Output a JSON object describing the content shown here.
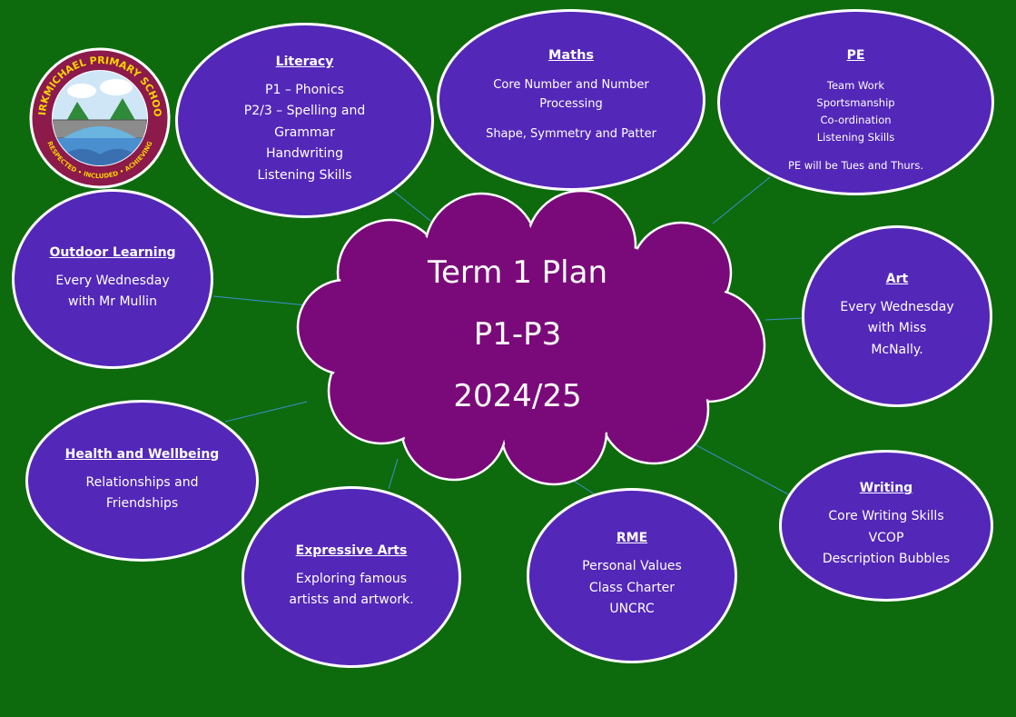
{
  "centre": {
    "title": "Term 1 Plan",
    "classes": "P1-P3",
    "year": "2024/25"
  },
  "logo": {
    "school_name": "KIRKMICHAEL PRIMARY SCHOOL",
    "motto": "RESPECTED • INCLUDED • ACHIEVING"
  },
  "topics": {
    "literacy": {
      "title": "Literacy",
      "lines": [
        "P1 – Phonics",
        "P2/3 – Spelling and",
        "Grammar",
        "Handwriting",
        "Listening Skills"
      ]
    },
    "maths": {
      "title": "Maths",
      "lines": [
        "Core Number and Number",
        "Processing",
        "Shape, Symmetry and Patter"
      ]
    },
    "pe": {
      "title": "PE",
      "lines": [
        "Team Work",
        "Sportsmanship",
        "Co-ordination",
        "Listening Skills"
      ],
      "note": "PE will be Tues and Thurs."
    },
    "outdoor": {
      "title": "Outdoor Learning",
      "lines": [
        "Every Wednesday",
        "with Mr Mullin"
      ]
    },
    "art": {
      "title": "Art",
      "lines": [
        "Every Wednesday",
        "with Miss",
        "McNally."
      ]
    },
    "health": {
      "title": "Health and Wellbeing",
      "lines": [
        "Relationships and",
        "Friendships"
      ]
    },
    "expressive": {
      "title": "Expressive Arts",
      "lines": [
        "Exploring famous",
        "artists and artwork."
      ]
    },
    "rme": {
      "title": "RME",
      "lines": [
        "Personal Values",
        "Class Charter",
        "UNCRC"
      ]
    },
    "writing": {
      "title": "Writing",
      "lines": [
        "Core Writing Skills",
        "VCOP",
        "Description Bubbles"
      ]
    }
  },
  "colors": {
    "background": "#0d6b0d",
    "bubble": "#5327b8",
    "cloud": "#7a0a7a",
    "connector": "#3d8fd1"
  }
}
